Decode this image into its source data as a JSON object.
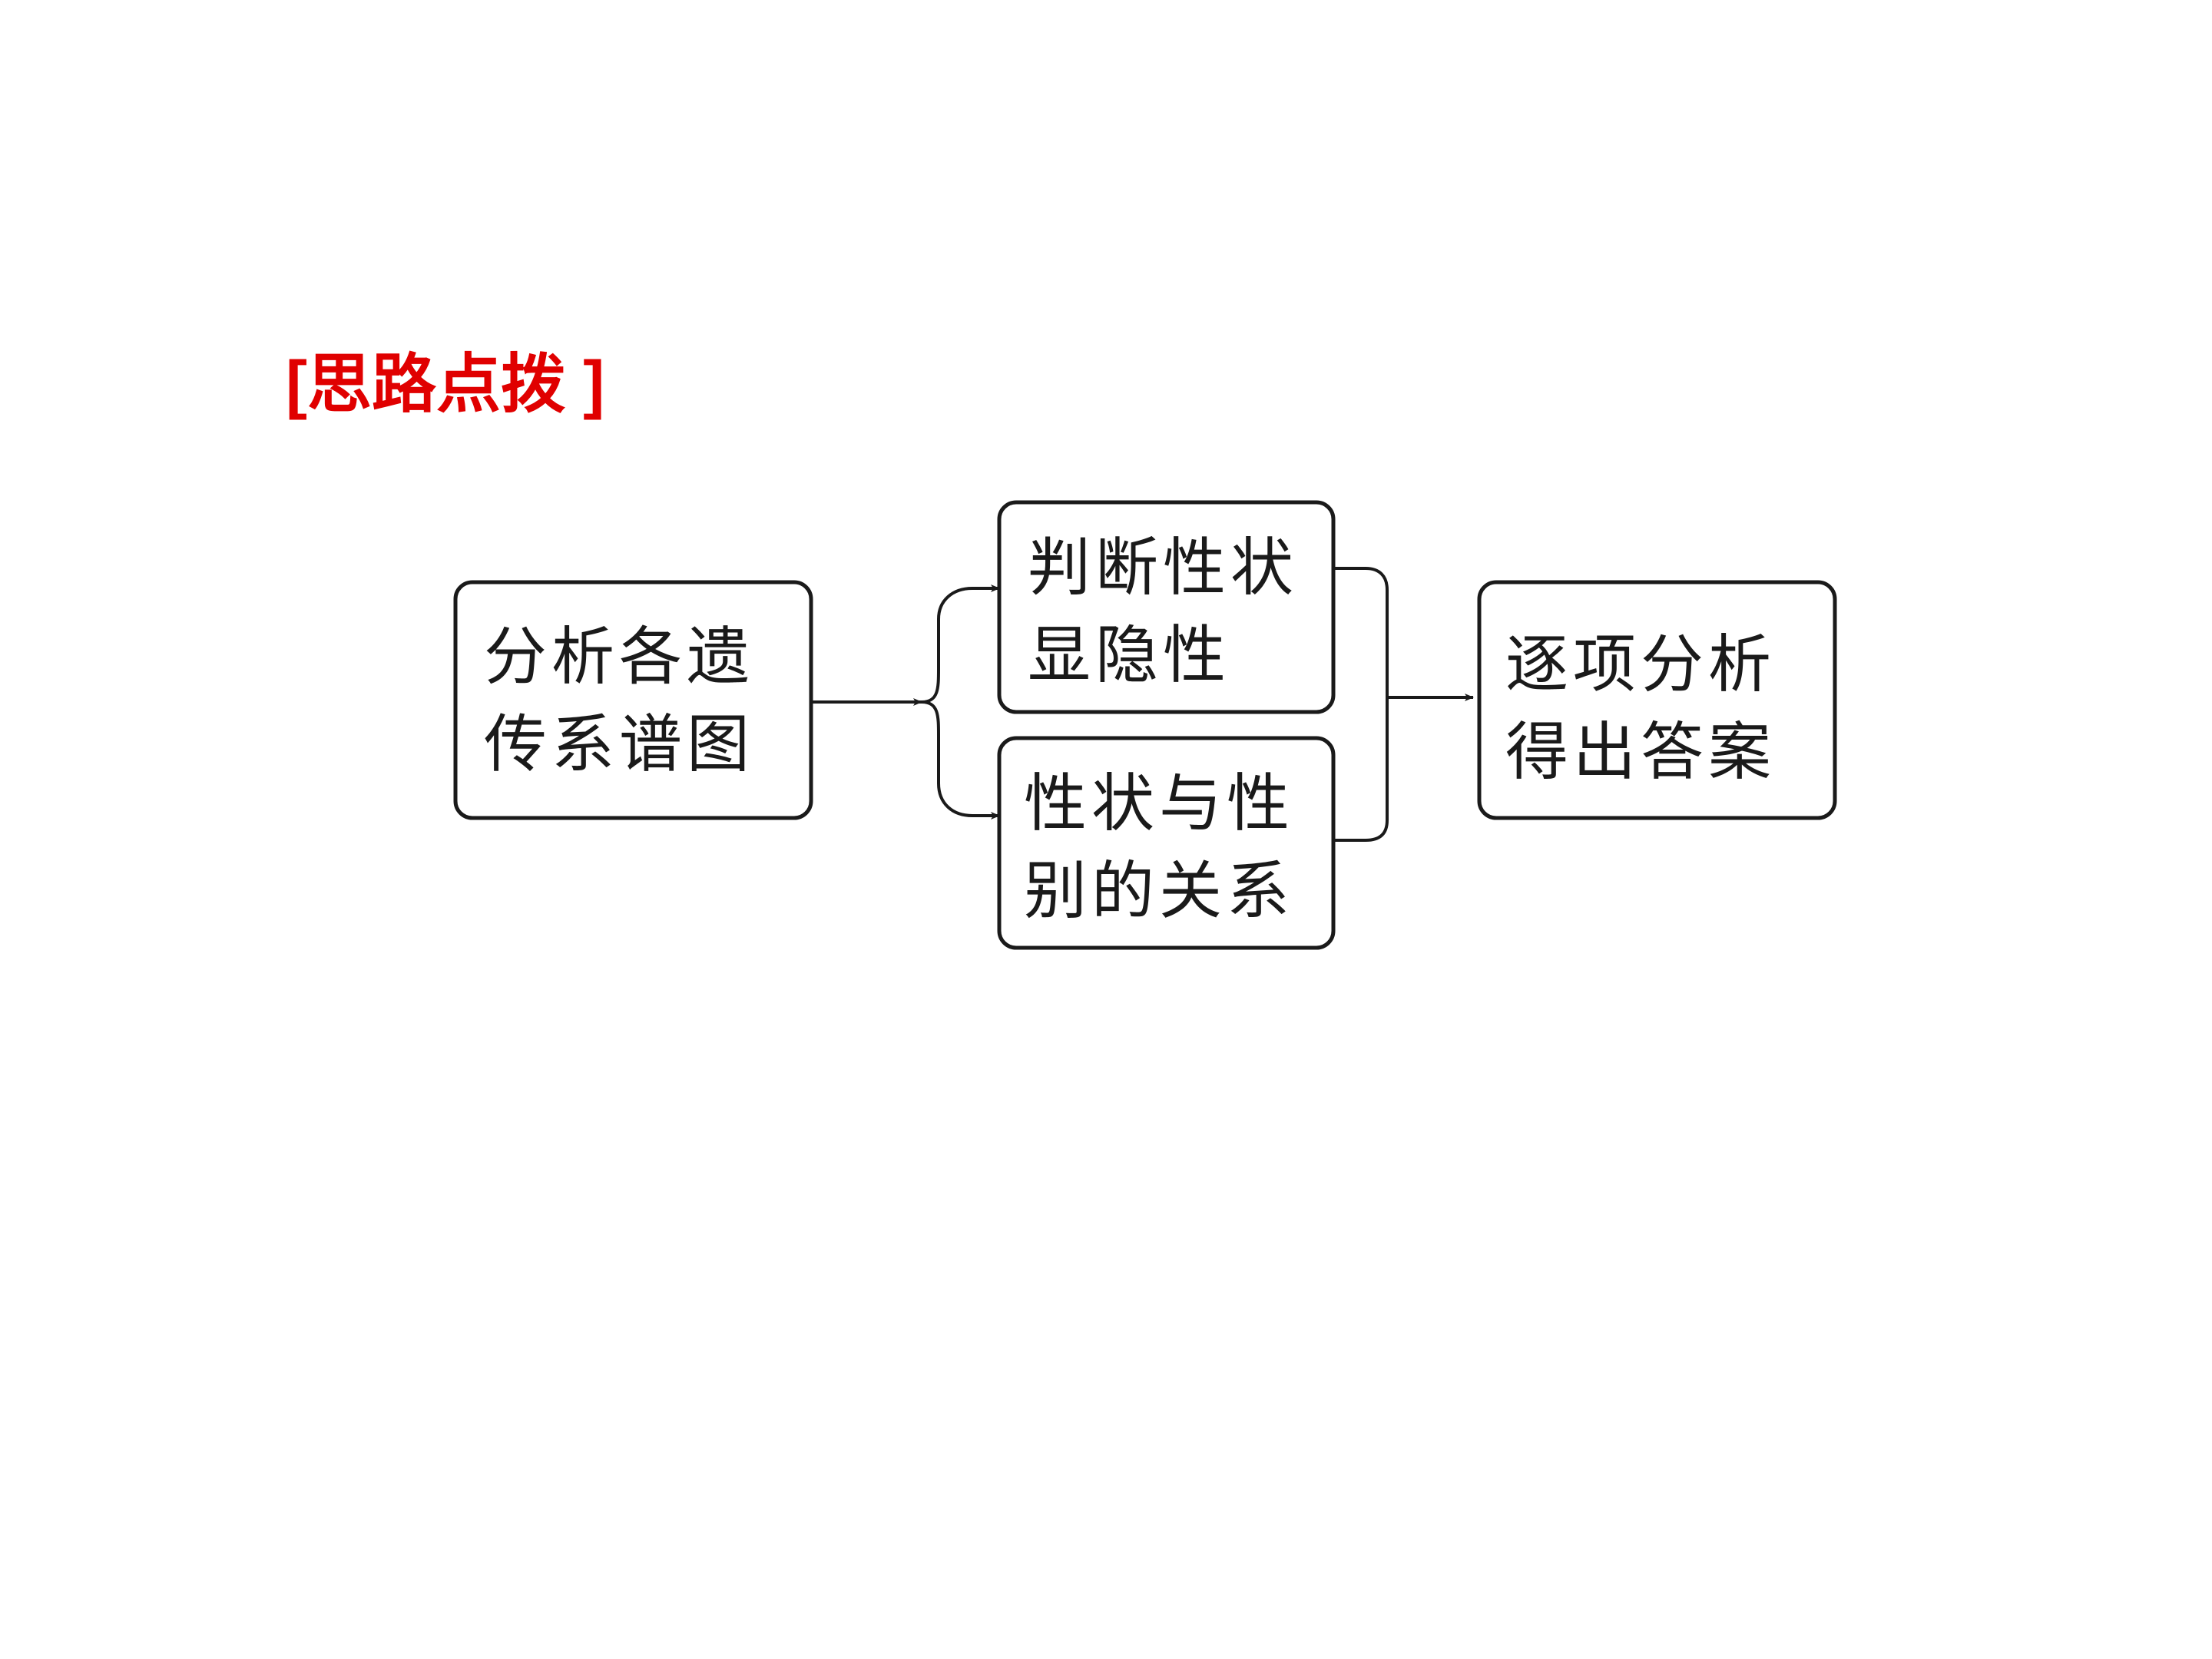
{
  "title": {
    "text": "[思路点拨 ]",
    "color": "#e00000"
  },
  "flowchart": {
    "line_color": "#1a1a1a",
    "nodes": {
      "analyze": {
        "lines": [
          "分析各遗",
          "传系谱图"
        ]
      },
      "dominance": {
        "lines": [
          "判断性状",
          "显隐性"
        ]
      },
      "sex_linkage": {
        "lines": [
          "性状与性",
          "别的关系"
        ]
      },
      "answer": {
        "lines": [
          "逐项分析",
          "得出答案"
        ]
      }
    }
  }
}
